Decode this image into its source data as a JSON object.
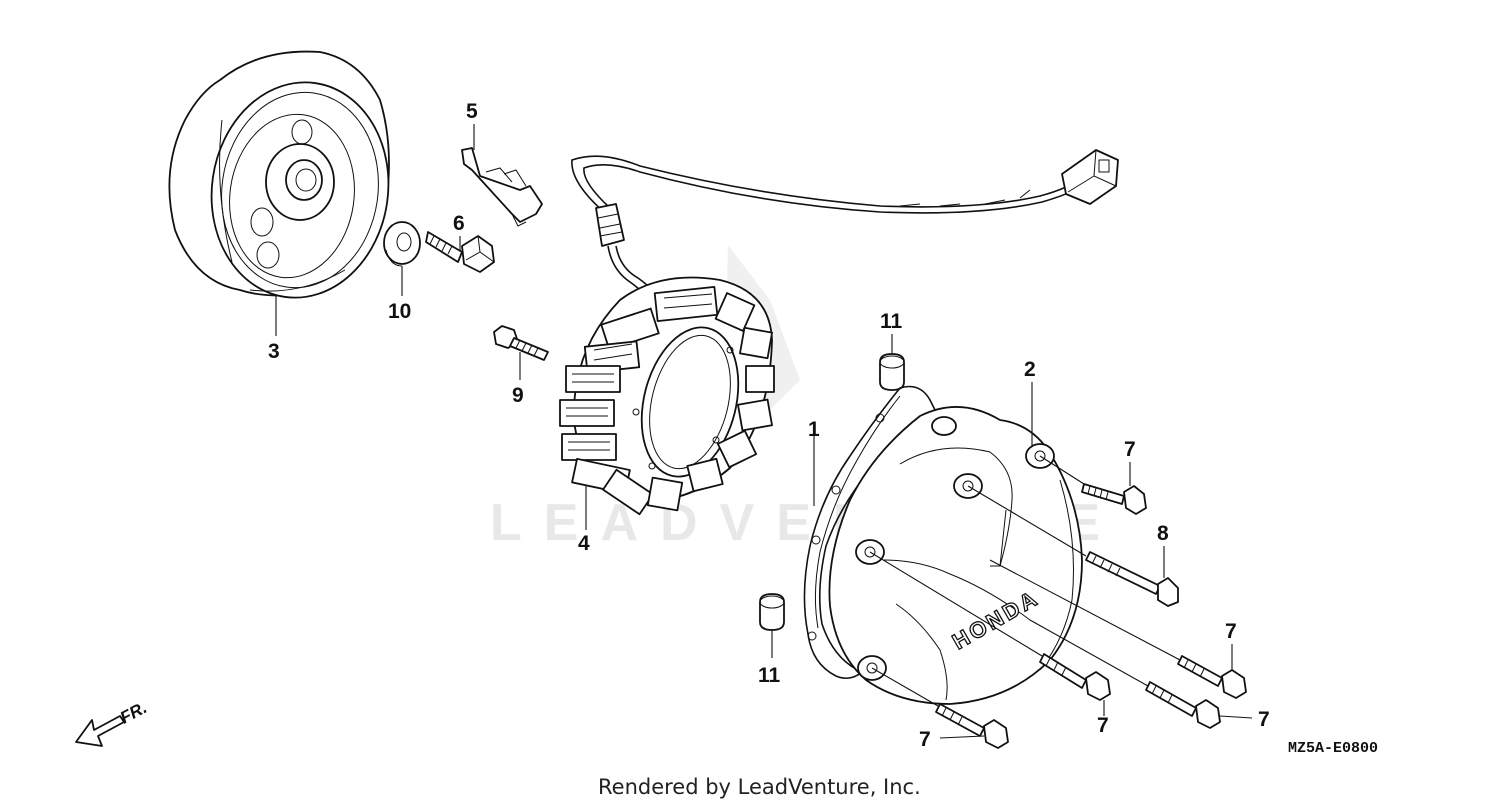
{
  "callouts": {
    "c1": "1",
    "c2": "2",
    "c3": "3",
    "c4": "4",
    "c5": "5",
    "c6": "6",
    "c7": "7",
    "c8": "8",
    "c9": "9",
    "c10": "10",
    "c11": "11"
  },
  "cover_logo_text": "HONDA",
  "front_indicator": "FR.",
  "diagram_code": "MZ5A-E0800",
  "watermark": "LEADVENTURE",
  "credit": "Rendered by LeadVenture, Inc."
}
